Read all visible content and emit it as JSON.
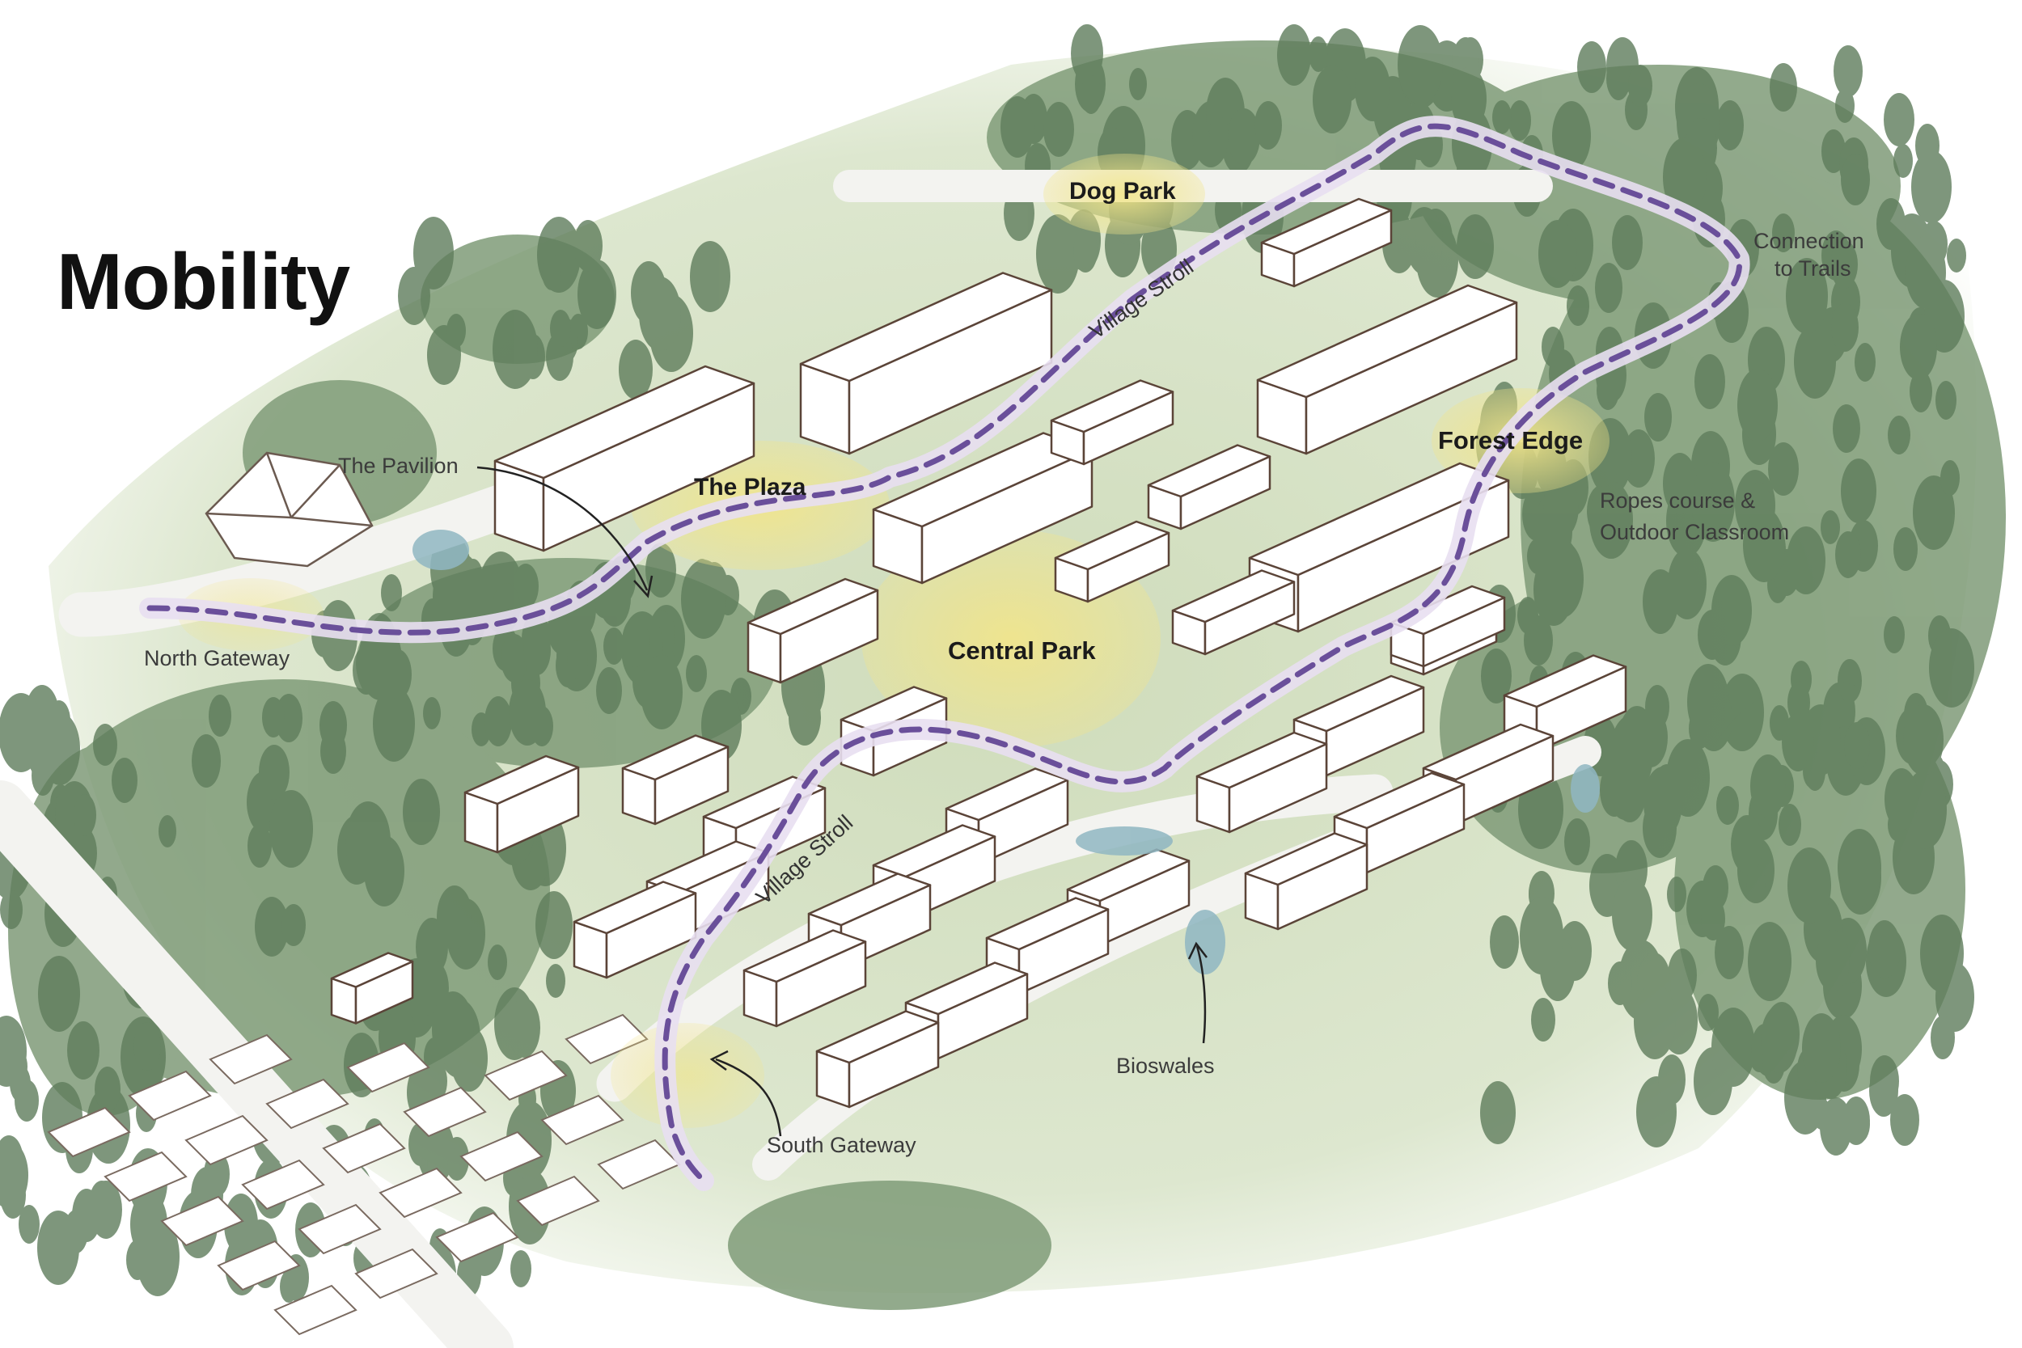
{
  "title": "Mobility",
  "trail_label_north": "Village Stroll",
  "trail_label_south": "Village Stroll",
  "places": {
    "dog_park": "Dog Park",
    "the_plaza": "The Plaza",
    "central_park": "Central Park",
    "forest_edge": "Forest Edge"
  },
  "annotations": {
    "the_pavilion": "The Pavilion",
    "north_gateway": "North Gateway",
    "south_gateway": "South Gateway",
    "bioswales": "Bioswales",
    "connection_line1": "Connection",
    "connection_line2": "to Trails",
    "ropes_line1": "Ropes course &",
    "ropes_line2": "Outdoor Classroom"
  },
  "colors": {
    "trail": "#6a4f9a",
    "trail_halo": "#e7dcef",
    "highlight": "#f1e69a",
    "forest": "#7f9b78",
    "forest_dark": "#5f7d5c",
    "meadow": "#d6e2c3",
    "building_stroke": "#5b4438"
  }
}
